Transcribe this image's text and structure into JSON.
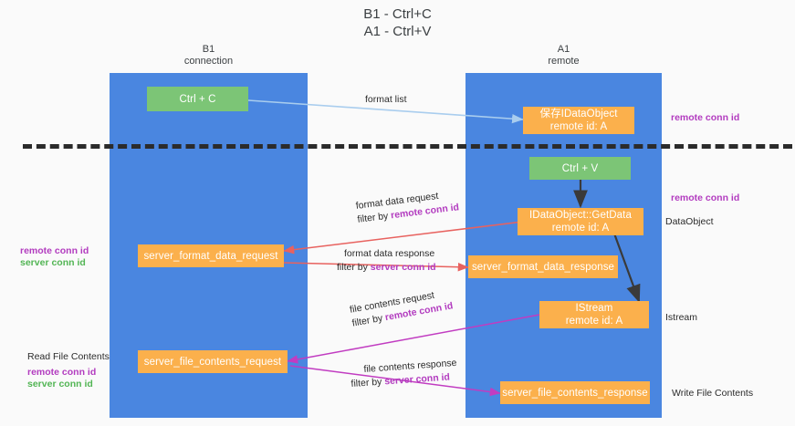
{
  "title": "B1 - Ctrl+C\nA1 - Ctrl+V",
  "columns": [
    {
      "name": "left",
      "heading": "B1\nconnection"
    },
    {
      "name": "right",
      "heading": "A1\nremote"
    }
  ],
  "boxes": [
    {
      "id": "ctrl-c",
      "text": "Ctrl + C",
      "style": "green"
    },
    {
      "id": "save-idataobject",
      "text": "保存IDataObject\nremote id: A",
      "style": "orange"
    },
    {
      "id": "ctrl-v",
      "text": "Ctrl + V",
      "style": "green"
    },
    {
      "id": "getdata",
      "text": "IDataObject::GetData\nremote id: A",
      "style": "orange"
    },
    {
      "id": "server-format-data-request",
      "text": "server_format_data_request",
      "style": "orange"
    },
    {
      "id": "server-format-data-response",
      "text": "server_format_data_response",
      "style": "orange"
    },
    {
      "id": "istream",
      "text": "IStream\nremote id: A",
      "style": "orange"
    },
    {
      "id": "server-file-contents-request",
      "text": "server_file_contents_request",
      "style": "orange"
    },
    {
      "id": "server-file-contents-response",
      "text": "server_file_contents_response",
      "style": "orange"
    }
  ],
  "edge_labels": {
    "format_list": "format list",
    "format_data_request": "format data request",
    "format_data_request_filter_prefix": "filter by ",
    "format_data_request_filter_key": "remote conn id",
    "format_data_response": "format data response",
    "format_data_response_filter_prefix": "filter by ",
    "format_data_response_filter_key": "server conn id",
    "file_contents_request": "file contents request",
    "file_contents_request_filter_prefix": "filter by ",
    "file_contents_request_filter_key": "remote conn id",
    "file_contents_response": "file contents response",
    "file_contents_response_filter_prefix": "filter by ",
    "file_contents_response_filter_key": "server conn id"
  },
  "annotations": {
    "right_top_remote_conn_id": "remote conn id",
    "right_mid_remote_conn_id": "remote conn id",
    "dataobject": "DataObject",
    "istream": "Istream",
    "write_file_contents": "Write File Contents",
    "left_remote_conn_id": "remote conn id",
    "left_server_conn_id": "server conn id",
    "read_file_contents": "Read File Contents",
    "left_bottom_remote_conn_id": "remote conn id",
    "left_bottom_server_conn_id": "server conn id"
  },
  "colors": {
    "column_blue": "#4a86e0",
    "box_green": "#7cc576",
    "box_orange": "#fbb04c",
    "arrow_blue": "#a9cdee",
    "arrow_red": "#e8625f",
    "arrow_magenta": "#c13cc1",
    "arrow_black": "#3a3a3a",
    "accent_purple": "#b23bbf",
    "accent_green": "#52b554",
    "background": "#fafafa"
  }
}
